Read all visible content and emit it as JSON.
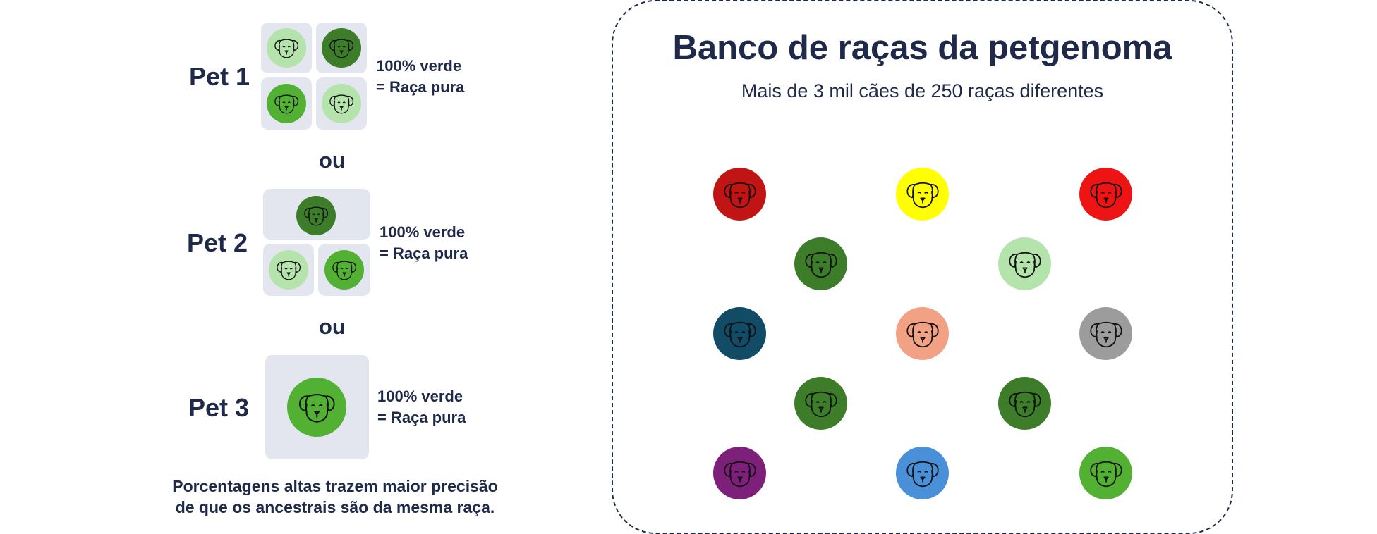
{
  "colors": {
    "text": "#1f2a4a",
    "tile_bg": "#e3e6ee",
    "light_green": "#b5e3ac",
    "dark_green": "#3d7d2a",
    "mid_green": "#52b133"
  },
  "left": {
    "pets": [
      {
        "label": "Pet 1",
        "line1": "100% verde",
        "line2": "= Raça pura"
      },
      {
        "label": "Pet 2",
        "line1": "100% verde",
        "line2": "= Raça pura"
      },
      {
        "label": "Pet 3",
        "line1": "100% verde",
        "line2": "= Raça pura"
      }
    ],
    "connector": "ou",
    "note_line1": "Porcentagens altas trazem maior precisão",
    "note_line2": "de que os ancestrais são da mesma raça."
  },
  "bank": {
    "title": "Banco de raças da petgenoma",
    "subtitle": "Mais de 3 mil cães de 250 raças diferentes",
    "dog_colors": [
      "#c11414",
      "#ffff00",
      "#ee1414",
      "#3d7d2a",
      "#b5e3ac",
      "#114b66",
      "#f2a184",
      "#9c9c9c",
      "#3d7d2a",
      "#3d7d2a",
      "#7c2079",
      "#4a90d9",
      "#52b133"
    ]
  },
  "icons": {
    "dog": "dog-face-icon"
  }
}
